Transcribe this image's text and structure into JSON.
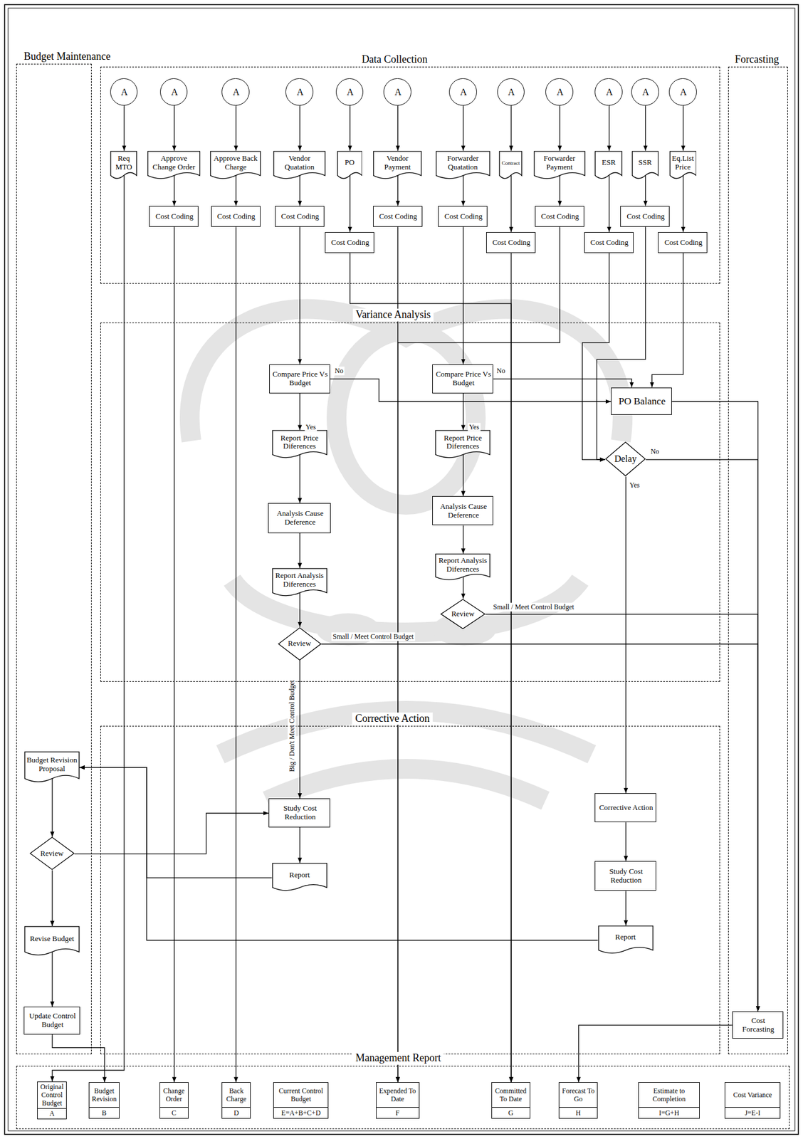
{
  "diagram": {
    "nodes": [
      {
        "text": [
          "Budget Maintenance"
        ]
      },
      {
        "text": [
          "Data Collection"
        ]
      },
      {
        "text": [
          "Forcasting"
        ]
      },
      {
        "text": [
          "A"
        ],
        "in": 1
      },
      {
        "text": [
          "A"
        ],
        "in": 1
      },
      {
        "text": [
          "A"
        ],
        "in": 1
      },
      {
        "text": [
          "A"
        ],
        "in": 1
      },
      {
        "text": [
          "A"
        ],
        "in": 1
      },
      {
        "text": [
          "A"
        ],
        "in": 1
      },
      {
        "text": [
          "A"
        ],
        "in": 1
      },
      {
        "text": [
          "A"
        ],
        "in": 1
      },
      {
        "text": [
          "A"
        ],
        "in": 1
      },
      {
        "text": [
          "A"
        ],
        "in": 1
      },
      {
        "text": [
          "A"
        ],
        "in": 1
      },
      {
        "text": [
          "A"
        ],
        "in": 1
      },
      {
        "text": [
          "Req MTO"
        ],
        "in": 1
      },
      {
        "text": [
          "Approve Change Order"
        ],
        "in": 1
      },
      {
        "text": [
          "Approve Back Charge"
        ],
        "in": 1
      },
      {
        "text": [
          "Vendor Quatation"
        ],
        "in": 1
      },
      {
        "text": [
          "PO"
        ],
        "in": 1
      },
      {
        "text": [
          "Vendor Payment"
        ],
        "in": 1
      },
      {
        "text": [
          "Forwarder Quatation"
        ],
        "in": 1
      },
      {
        "text": [
          "Contract"
        ],
        "in": 1
      },
      {
        "text": [
          "Forwarder Payment"
        ],
        "in": 1
      },
      {
        "text": [
          "ESR"
        ],
        "in": 1
      },
      {
        "text": [
          "SSR"
        ],
        "in": 1
      },
      {
        "text": [
          "Eq.List Price"
        ],
        "in": 1
      },
      {
        "text": [
          "Cost Coding"
        ],
        "in": 1
      },
      {
        "text": [
          "Cost Coding"
        ],
        "in": 1
      },
      {
        "text": [
          "Cost Coding"
        ],
        "in": 1
      },
      {
        "text": [
          "Cost Coding"
        ],
        "in": 1
      },
      {
        "text": [
          "Cost Coding"
        ],
        "in": 1
      },
      {
        "text": [
          "Cost Coding"
        ],
        "in": 1
      },
      {
        "text": [
          "Cost Coding"
        ],
        "in": 1
      },
      {
        "text": [
          "Cost Coding"
        ],
        "in": 1
      },
      {
        "text": [
          "Cost Coding"
        ],
        "in": 1
      },
      {
        "text": [
          "Cost Coding"
        ],
        "in": 1
      },
      {
        "text": [
          "Cost Coding"
        ],
        "in": 1
      },
      {
        "text": [
          "Variance Analysis"
        ]
      },
      {
        "text": [
          "Compare Price Vs Budget"
        ],
        "in": 38
      },
      {
        "text": [
          "Compare Price Vs Budget"
        ],
        "in": 38
      },
      {
        "text": [
          "PO Balance"
        ],
        "in": 38
      },
      {
        "text": [
          "Report Price Diferences"
        ],
        "in": 38
      },
      {
        "text": [
          "Report Price Diferences"
        ],
        "in": 38
      },
      {
        "text": [
          "Delay"
        ],
        "in": 38
      },
      {
        "text": [
          "Analysis Cause Deference"
        ],
        "in": 38
      },
      {
        "text": [
          "Analysis Cause Deference"
        ],
        "in": 38
      },
      {
        "text": [
          "Report Analysis Diferences"
        ],
        "in": 38
      },
      {
        "text": [
          "Report Analysis Diferences"
        ],
        "in": 38
      },
      {
        "text": [
          "Review"
        ],
        "in": 38
      },
      {
        "text": [
          "Review"
        ],
        "in": 38
      },
      {
        "text": [
          "Corrective Action"
        ]
      },
      {
        "text": [
          "Study Cost Reduction"
        ],
        "in": 51
      },
      {
        "text": [
          "Corrective Action"
        ],
        "in": 51
      },
      {
        "text": [
          "Report"
        ],
        "in": 51
      },
      {
        "text": [
          "Study Cost Reduction"
        ],
        "in": 51
      },
      {
        "text": [
          "Report"
        ],
        "in": 51
      },
      {
        "text": [
          "Budget Revision Proposal"
        ],
        "in": 0
      },
      {
        "text": [
          "Review"
        ],
        "in": 0
      },
      {
        "text": [
          "Revise Budget"
        ],
        "in": 0
      },
      {
        "text": [
          "Update Control Budget"
        ],
        "in": 0
      },
      {
        "text": [
          "Cost Forcasting"
        ],
        "in": 2
      },
      {
        "text": [
          "Management Report"
        ]
      },
      {
        "text": [
          "Original Control Budget",
          "A"
        ],
        "in": 62
      },
      {
        "text": [
          "Budget Revision",
          "B"
        ],
        "in": 62
      },
      {
        "text": [
          "Change Order",
          "C"
        ],
        "in": 62
      },
      {
        "text": [
          "Back Charge",
          "D"
        ],
        "in": 62
      },
      {
        "text": [
          "Current Control Budget",
          "E=A+B+C+D"
        ],
        "in": 62
      },
      {
        "text": [
          "Expended To Date",
          "F"
        ],
        "in": 62
      },
      {
        "text": [
          "Committed To Date",
          "G"
        ],
        "in": 62
      },
      {
        "text": [
          "Forecast To Go",
          "H"
        ],
        "in": 62
      },
      {
        "text": [
          "Estimate to Completion",
          "I=G+H"
        ],
        "in": 62
      },
      {
        "text": [
          "Cost Variance",
          "J=E-I"
        ],
        "in": 62
      }
    ],
    "edges": [
      {
        "from": 3,
        "to": 15,
        "arrow": "to"
      },
      {
        "from": 4,
        "to": 16,
        "arrow": "to"
      },
      {
        "from": 5,
        "to": 17,
        "arrow": "to"
      },
      {
        "from": 6,
        "to": 18,
        "arrow": "to"
      },
      {
        "from": 7,
        "to": 19,
        "arrow": "to"
      },
      {
        "from": 8,
        "to": 20,
        "arrow": "to"
      },
      {
        "from": 9,
        "to": 21,
        "arrow": "to"
      },
      {
        "from": 10,
        "to": 22,
        "arrow": "to"
      },
      {
        "from": 11,
        "to": 23,
        "arrow": "to"
      },
      {
        "from": 12,
        "to": 24,
        "arrow": "to"
      },
      {
        "from": 13,
        "to": 25,
        "arrow": "to"
      },
      {
        "from": 14,
        "to": 26,
        "arrow": "to"
      },
      {
        "from": 16,
        "to": 27,
        "arrow": "to"
      },
      {
        "from": 17,
        "to": 28,
        "arrow": "to"
      },
      {
        "from": 18,
        "to": 29,
        "arrow": "to"
      },
      {
        "from": 19,
        "to": 30,
        "arrow": "to"
      },
      {
        "from": 20,
        "to": 31,
        "arrow": "to"
      },
      {
        "from": 21,
        "to": 32,
        "arrow": "to"
      },
      {
        "from": 22,
        "to": 33,
        "arrow": "to"
      },
      {
        "from": 23,
        "to": 34,
        "arrow": "to"
      },
      {
        "from": 24,
        "to": 35,
        "arrow": "to"
      },
      {
        "from": 25,
        "to": 36,
        "arrow": "to"
      },
      {
        "from": 26,
        "to": 37,
        "arrow": "to"
      },
      {
        "from": 15,
        "to": 63,
        "arrow": "to"
      },
      {
        "from": 27,
        "to": 65,
        "arrow": "to"
      },
      {
        "from": 28,
        "to": 66,
        "arrow": "to"
      },
      {
        "from": 29,
        "to": 39,
        "arrow": "to"
      },
      {
        "from": 30,
        "to": 69,
        "arrow": "to"
      },
      {
        "from": 31,
        "to": 68,
        "arrow": "to"
      },
      {
        "from": 32,
        "to": 40,
        "arrow": "to"
      },
      {
        "from": 33,
        "to": 69,
        "arrow": "to"
      },
      {
        "from": 34,
        "to": 68,
        "arrow": "to"
      },
      {
        "from": 35,
        "to": 44,
        "arrow": "to"
      },
      {
        "from": 36,
        "to": 44,
        "arrow": "to"
      },
      {
        "from": 37,
        "to": 41,
        "arrow": "to"
      },
      {
        "from": 39,
        "to": 41,
        "label": "No",
        "arrow": "to"
      },
      {
        "from": 39,
        "to": 42,
        "label": "Yes",
        "arrow": "to"
      },
      {
        "from": 40,
        "to": 41,
        "label": "No",
        "arrow": "to"
      },
      {
        "from": 40,
        "to": 43,
        "label": "Yes",
        "arrow": "to"
      },
      {
        "from": 42,
        "to": 45,
        "arrow": "to"
      },
      {
        "from": 43,
        "to": 46,
        "arrow": "to"
      },
      {
        "from": 45,
        "to": 47,
        "arrow": "to"
      },
      {
        "from": 46,
        "to": 48,
        "arrow": "to"
      },
      {
        "from": 47,
        "to": 50,
        "arrow": "to"
      },
      {
        "from": 48,
        "to": 49,
        "arrow": "to"
      },
      {
        "from": 50,
        "to": 52,
        "label": "Big / Don't Meet Control Budget",
        "arrow": "to"
      },
      {
        "from": 50,
        "to": 61,
        "label": "Small / Meet Control Budget",
        "arrow": "to"
      },
      {
        "from": 49,
        "to": 61,
        "label": "Small / Meet Control Budget",
        "arrow": "to"
      },
      {
        "from": 41,
        "to": 61,
        "arrow": "to"
      },
      {
        "from": 44,
        "to": 61,
        "label": "No",
        "arrow": "to"
      },
      {
        "from": 44,
        "to": 53,
        "label": "Yes",
        "arrow": "to"
      },
      {
        "from": 53,
        "to": 55,
        "arrow": "to"
      },
      {
        "from": 55,
        "to": 56,
        "arrow": "to"
      },
      {
        "from": 56,
        "to": 57,
        "arrow": "to"
      },
      {
        "from": 54,
        "to": 57,
        "arrow": "to"
      },
      {
        "from": 52,
        "to": 54,
        "arrow": "to"
      },
      {
        "from": 57,
        "to": 58,
        "arrow": "to"
      },
      {
        "from": 58,
        "to": 52,
        "arrow": "to"
      },
      {
        "from": 58,
        "to": 59,
        "arrow": "to"
      },
      {
        "from": 59,
        "to": 60,
        "arrow": "to"
      },
      {
        "from": 60,
        "to": 64,
        "arrow": "to"
      },
      {
        "from": 61,
        "to": 70,
        "arrow": "to"
      }
    ]
  }
}
